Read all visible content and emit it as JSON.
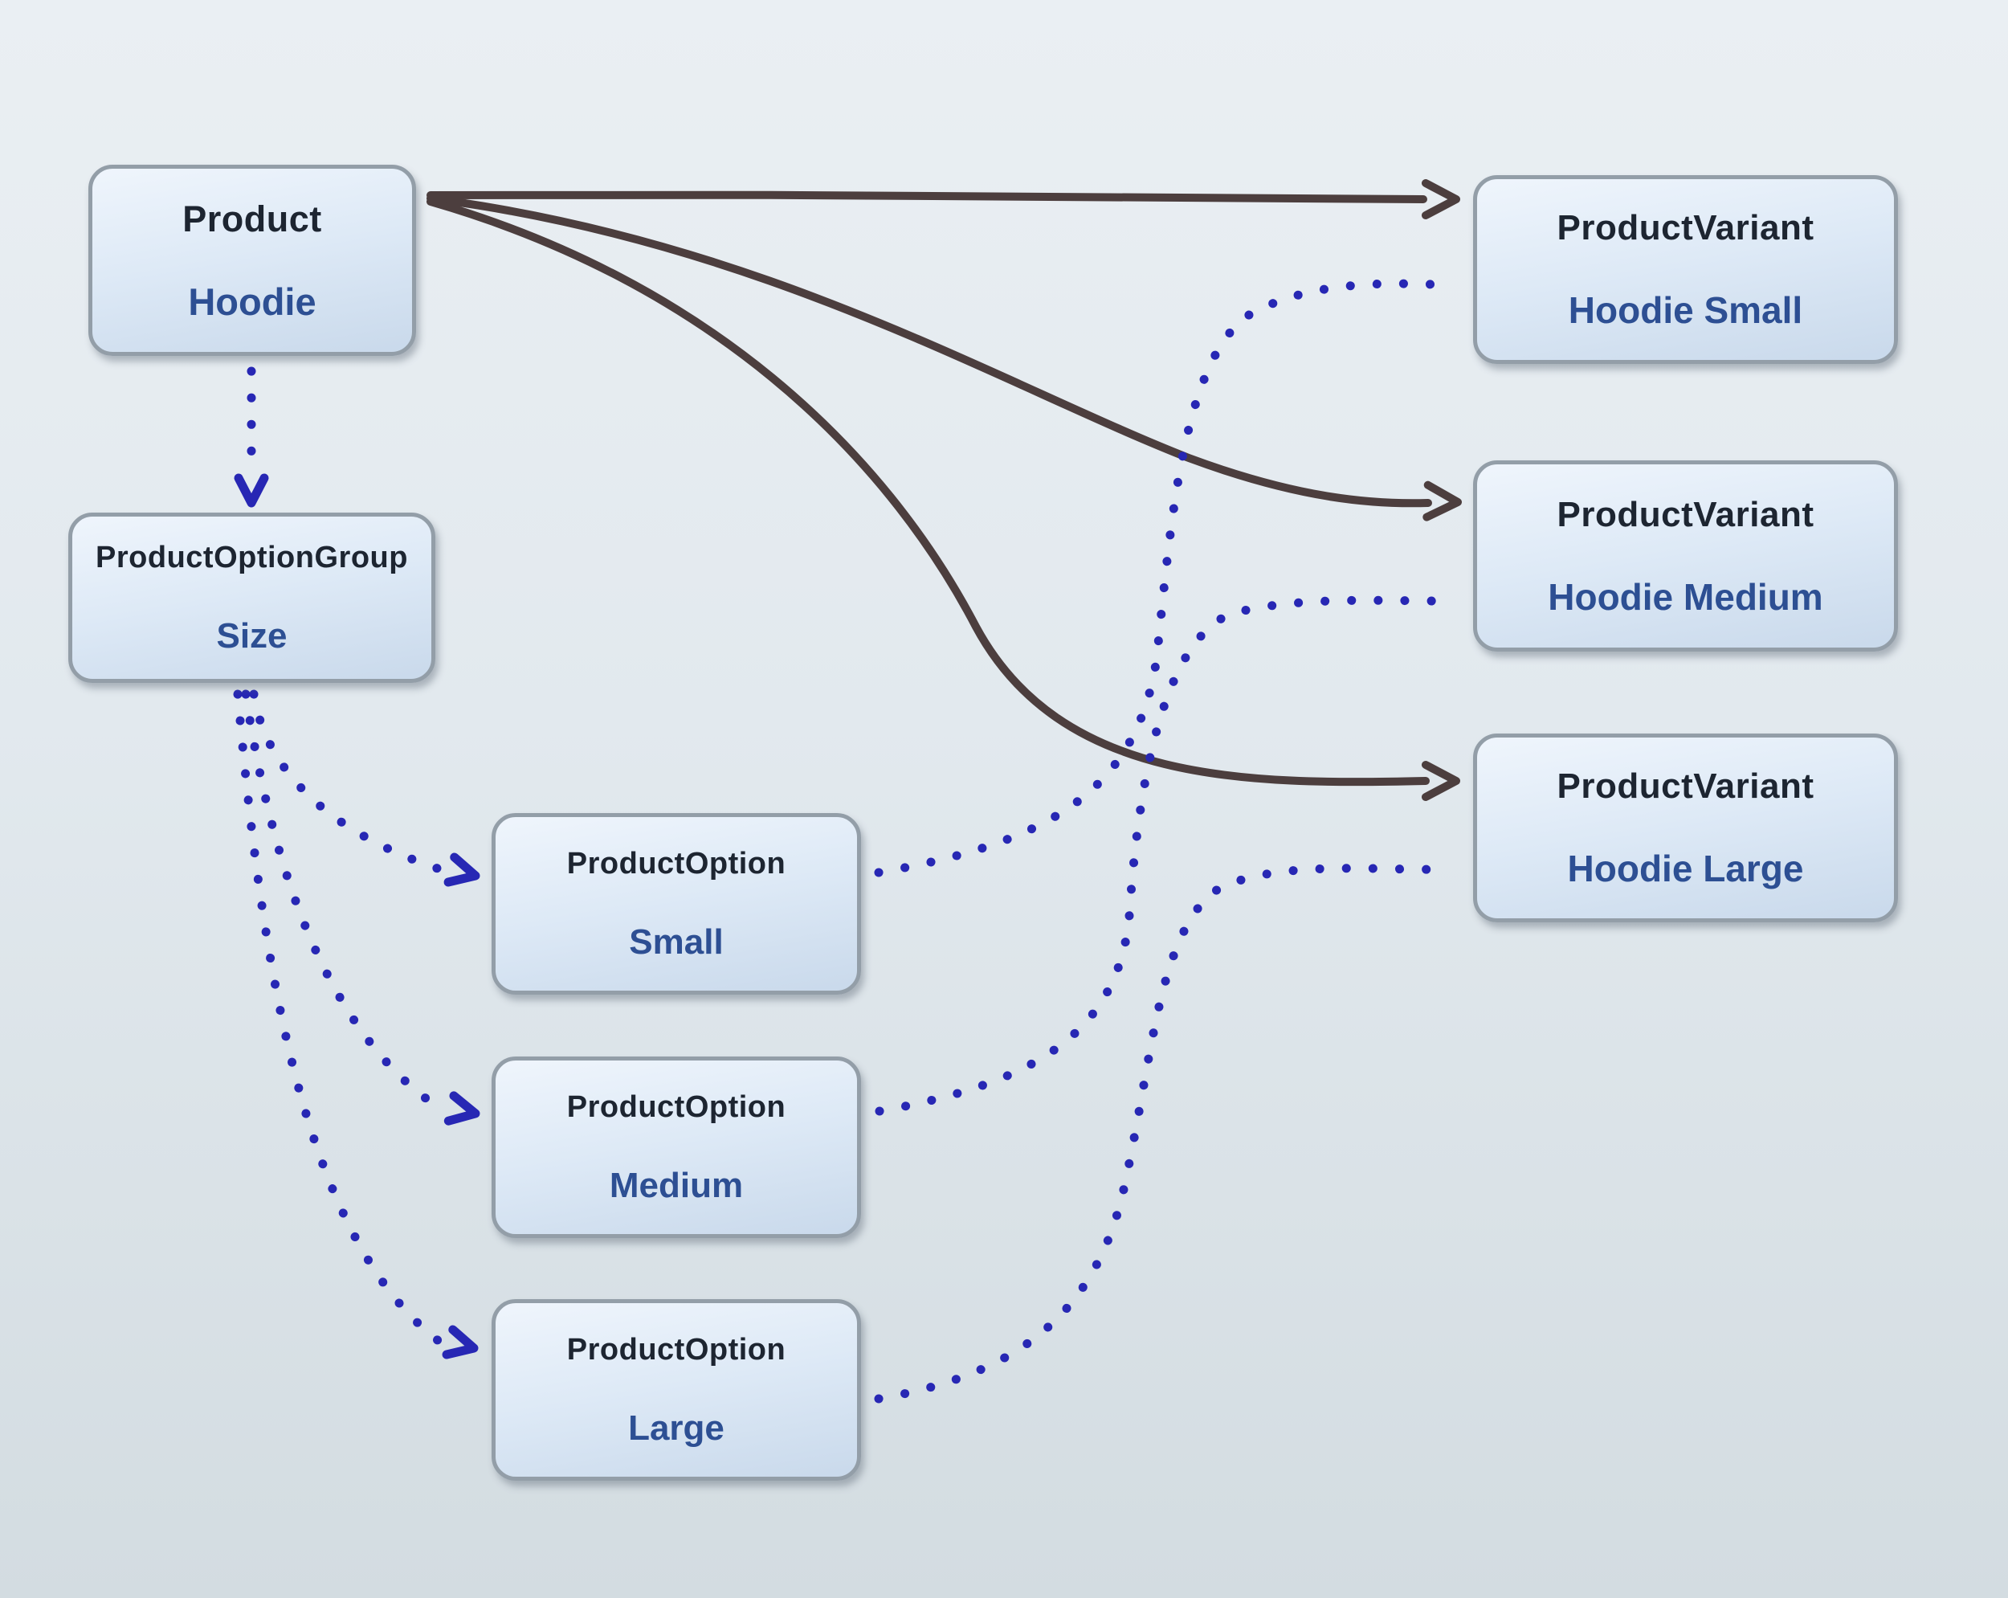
{
  "nodes": {
    "product": {
      "type": "Product",
      "value": "Hoodie"
    },
    "option_group": {
      "type": "ProductOptionGroup",
      "value": "Size"
    },
    "option_small": {
      "type": "ProductOption",
      "value": "Small"
    },
    "option_medium": {
      "type": "ProductOption",
      "value": "Medium"
    },
    "option_large": {
      "type": "ProductOption",
      "value": "Large"
    },
    "variant_small": {
      "type": "ProductVariant",
      "value": "Hoodie Small"
    },
    "variant_medium": {
      "type": "ProductVariant",
      "value": "Hoodie Medium"
    },
    "variant_large": {
      "type": "ProductVariant",
      "value": "Hoodie Large"
    }
  },
  "edges": [
    {
      "from": "product",
      "to": "variant_small",
      "style": "solid-arrow"
    },
    {
      "from": "product",
      "to": "variant_medium",
      "style": "solid-arrow"
    },
    {
      "from": "product",
      "to": "variant_large",
      "style": "solid-arrow"
    },
    {
      "from": "product",
      "to": "option_group",
      "style": "dotted-arrow"
    },
    {
      "from": "option_group",
      "to": "option_small",
      "style": "dotted-arrow"
    },
    {
      "from": "option_group",
      "to": "option_medium",
      "style": "dotted-arrow"
    },
    {
      "from": "option_group",
      "to": "option_large",
      "style": "dotted-arrow"
    },
    {
      "from": "option_small",
      "to": "variant_small",
      "style": "dotted"
    },
    {
      "from": "option_medium",
      "to": "variant_medium",
      "style": "dotted"
    },
    {
      "from": "option_large",
      "to": "variant_large",
      "style": "dotted"
    }
  ],
  "colors": {
    "bg_top": "#eaeff3",
    "bg_bottom": "#d3dce1",
    "node_border": "#939ea8",
    "node_fill_top": "#eff5fc",
    "node_fill_bottom": "#c9d9eb",
    "node_title": "#1d2531",
    "node_value": "#2d4f93",
    "solid_edge": "#4c3e3e",
    "dotted_edge": "#2727b4"
  }
}
